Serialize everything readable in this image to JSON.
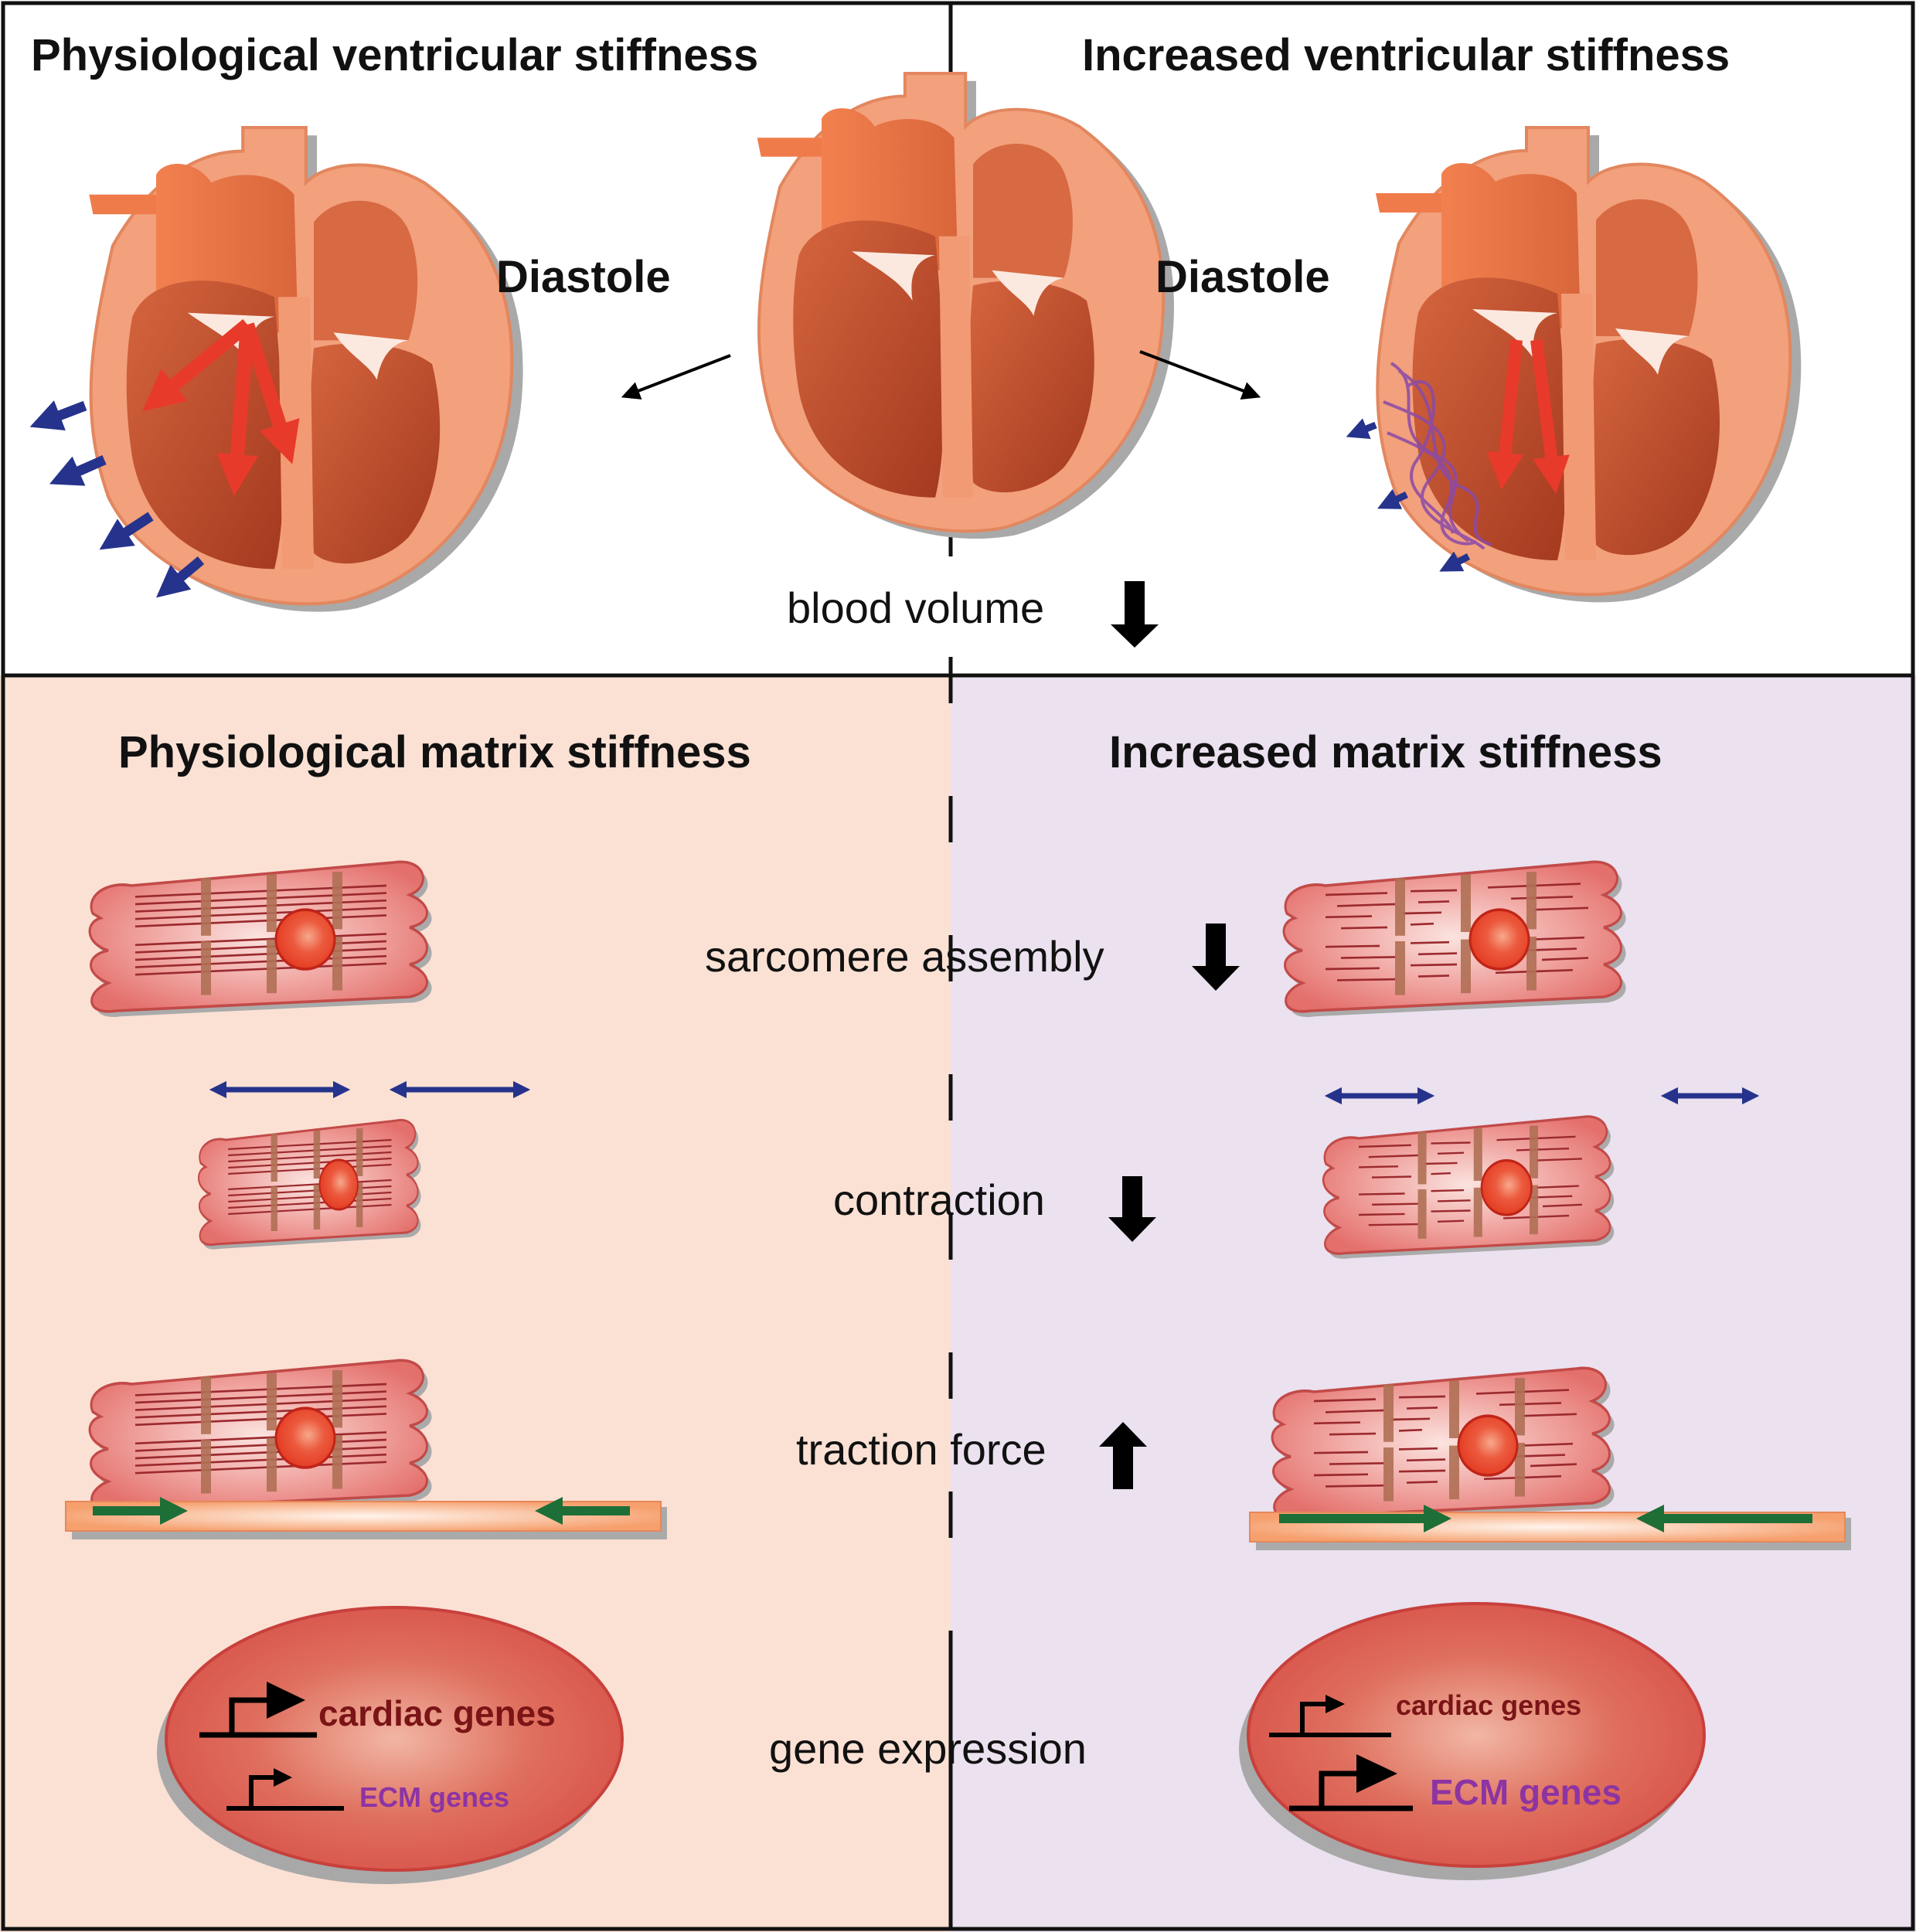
{
  "top": {
    "left_title": "Physiological ventricular stiffness",
    "right_title": "Increased  ventricular stiffness",
    "left_diastole": "Diastole",
    "right_diastole": "Diastole",
    "blood_volume": "blood volume"
  },
  "bottom": {
    "left_title": "Physiological matrix stiffness",
    "right_title": "Increased matrix stiffness",
    "rows": [
      {
        "label": "sarcomere assembly",
        "direction": "down"
      },
      {
        "label": "contraction",
        "direction": "down"
      },
      {
        "label": "traction force",
        "direction": "up"
      },
      {
        "label": "gene expression",
        "direction": "none"
      }
    ],
    "left_genes": {
      "cardiac": "cardiac genes",
      "ecm": "ECM genes"
    },
    "right_genes": {
      "cardiac": "cardiac genes",
      "ecm": "ECM genes"
    }
  },
  "colors": {
    "left_panel_bg": "#fbe1d4",
    "right_panel_bg": "#ebe1ef",
    "heart_outer": "#f3a07c",
    "heart_chamber": "#c8532e",
    "cell_fill": "#e87f7c",
    "nucleus": "#e8402a",
    "blue_arrow": "#26338c",
    "green_arrow": "#1e6e37",
    "red_arrow": "#e83a2a",
    "fibrosis": "#8a4aa8",
    "cardiac_genes_text": "#7a1416",
    "ecm_genes_text": "#8d34a3"
  }
}
